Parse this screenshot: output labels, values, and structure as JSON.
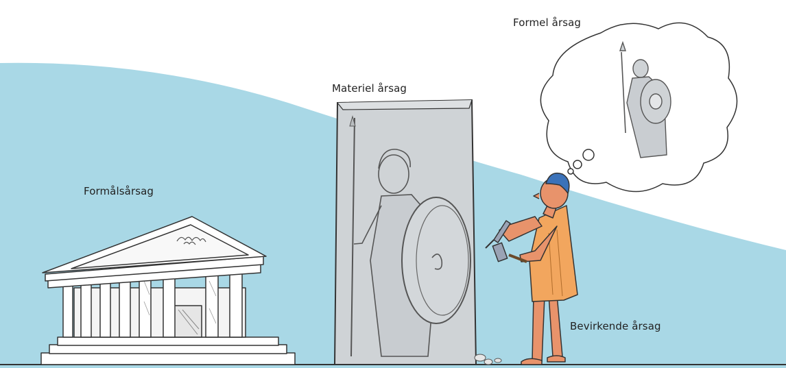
{
  "labels": {
    "formal_cause": "Formel årsag",
    "material_cause": "Materiel årsag",
    "final_cause": "Formålsårsag",
    "efficient_cause": "Bevirkende årsag"
  },
  "colors": {
    "sky": "#a9d8e6",
    "stone": "#cfd3d6",
    "skin": "#e8936b",
    "tunic": "#f2a65e",
    "hair": "#3b72b9",
    "ink": "#333333"
  }
}
